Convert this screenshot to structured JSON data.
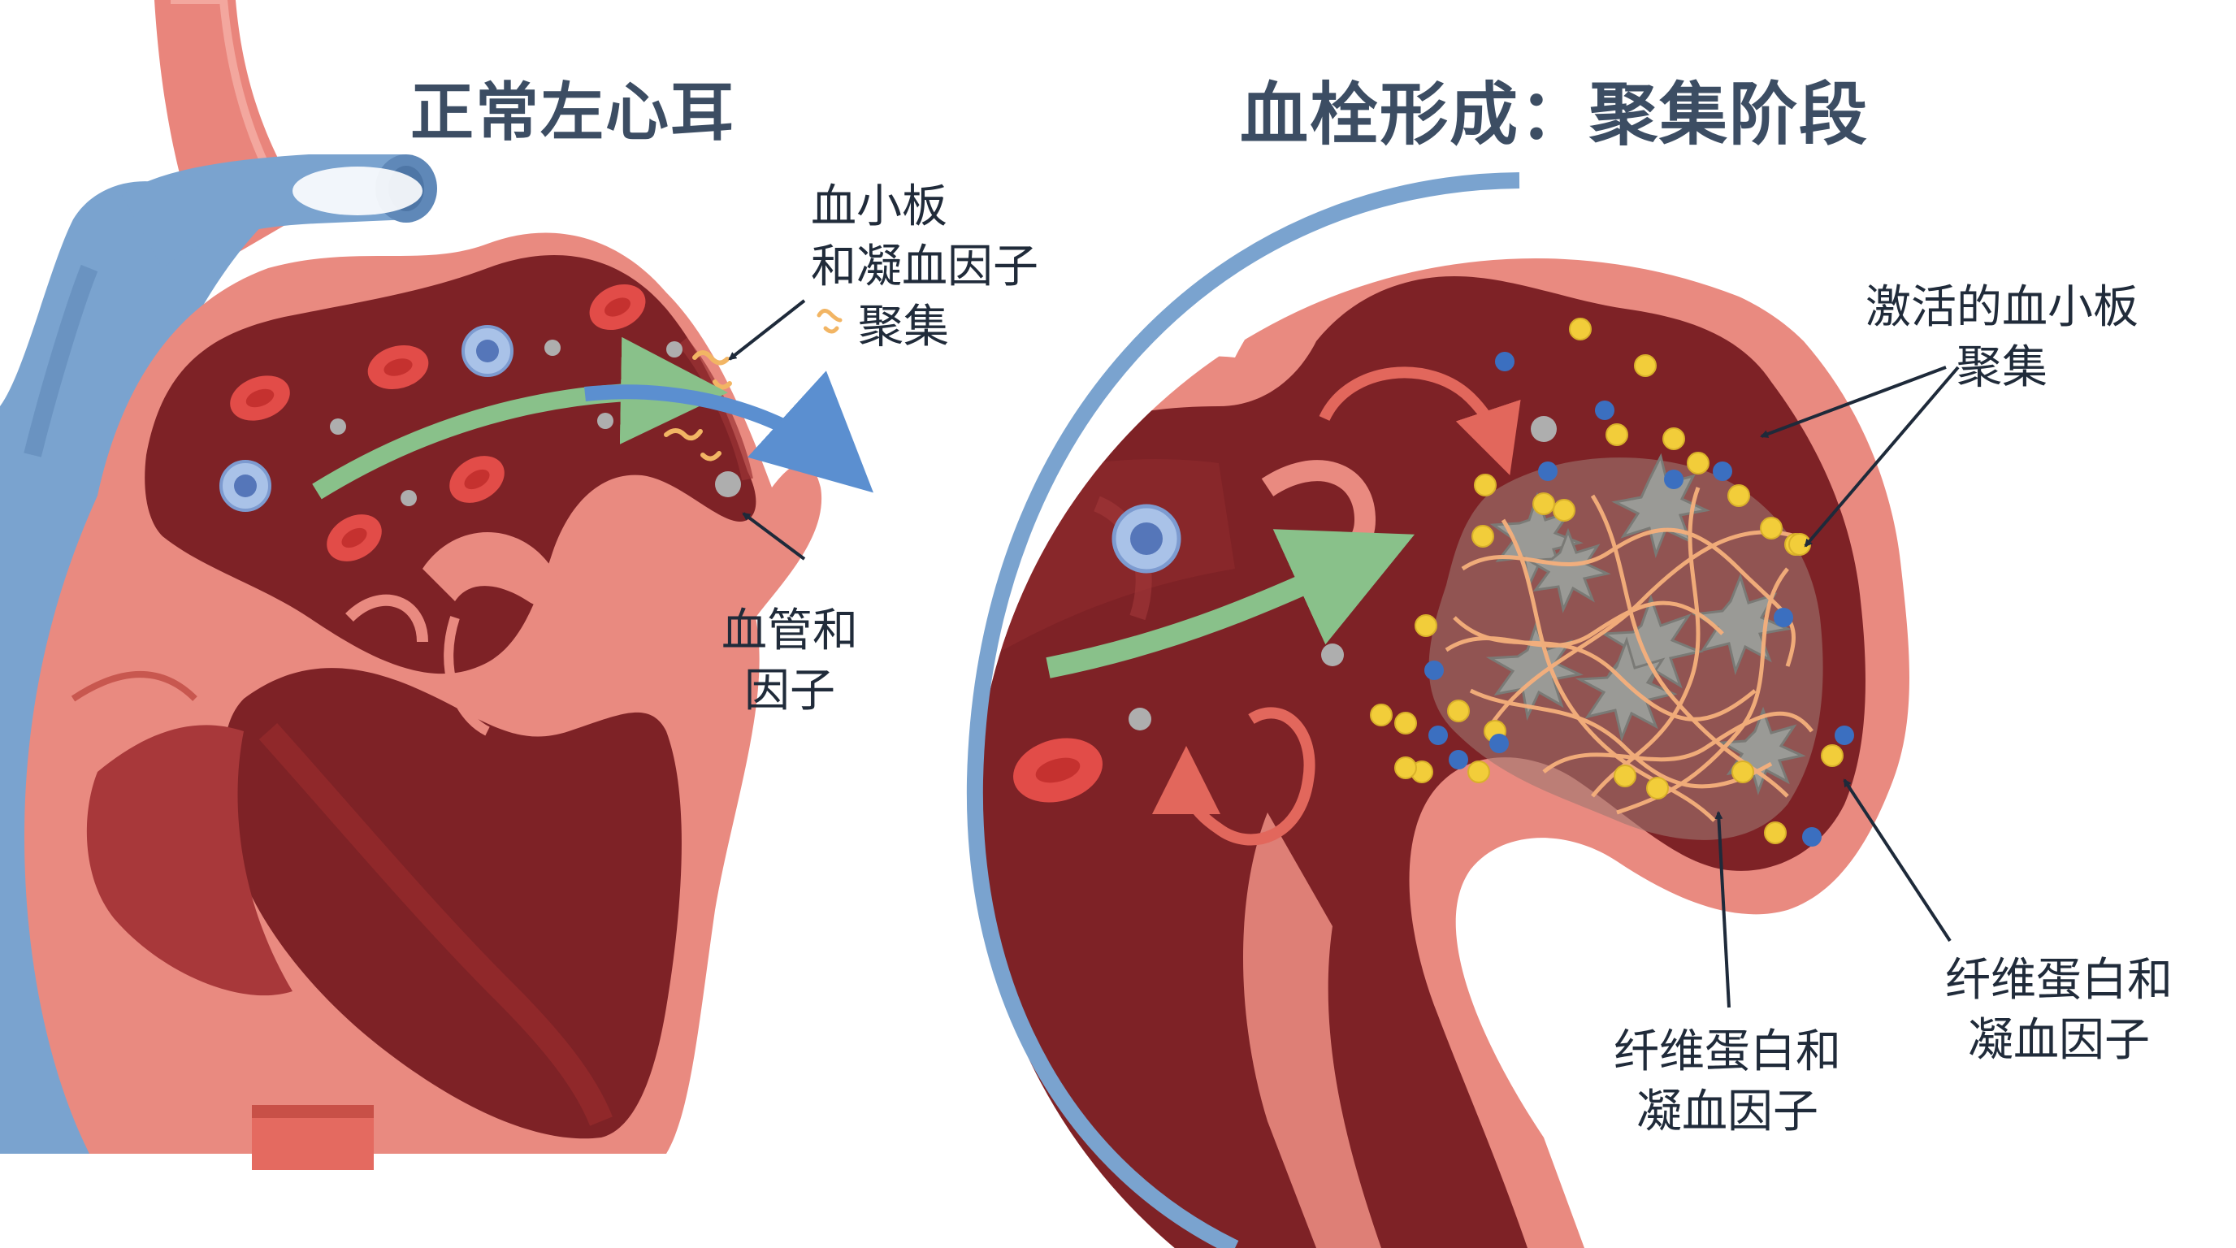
{
  "titles": {
    "left": "正常左心耳",
    "right": "血栓形成：聚集阶段"
  },
  "labels": {
    "platelets_clotting": {
      "line1": "血小板",
      "line2": "和凝血因子",
      "line3": "聚集"
    },
    "vessels_factors": {
      "line1": "血管和",
      "line2": "因子"
    },
    "activated_platelets": {
      "line1": "激活的血小板",
      "line2": "聚集"
    },
    "fibrin_center": {
      "line1": "纤维蛋白和",
      "line2": "凝血因子"
    },
    "fibrin_right": {
      "line1": "纤维蛋白和",
      "line2": "凝血因子"
    }
  },
  "colors": {
    "wall_pink": "#e7857c",
    "chamber_dark": "#7e2226",
    "chamber_mid": "#952b2c",
    "vessel_blue": "#7aa3cf",
    "flow_green": "#89c18a",
    "flow_blue": "#5b8fd0",
    "platelet_yellow": "#f2cd3a",
    "factor_blue": "#3b6fc0",
    "fibrin_orange": "#f6b07c",
    "activated_platelet_gray": "#9a9a96",
    "title_text": "#3c4d63"
  }
}
